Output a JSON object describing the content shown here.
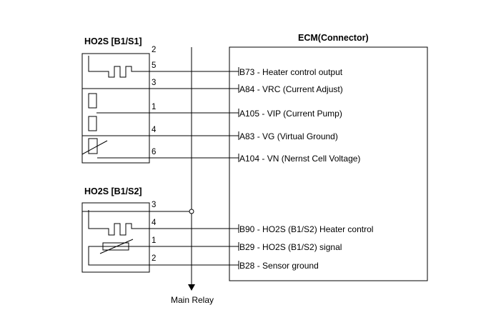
{
  "sensor1": {
    "title": "HO2S [B1/S1]",
    "pins": {
      "p2": "2",
      "p5": "5",
      "p3": "3",
      "p1": "1",
      "p4": "4",
      "p6": "6"
    }
  },
  "sensor2": {
    "title": "HO2S [B1/S2]",
    "pins": {
      "p3": "3",
      "p4": "4",
      "p1": "1",
      "p2": "2"
    }
  },
  "ecm": {
    "title": "ECM(Connector)",
    "pins": [
      {
        "code": "B73",
        "label": " - Heater control output"
      },
      {
        "code": "A84",
        "label": " - VRC (Current Adjust)"
      },
      {
        "code": "A105",
        "label": " - VIP (Current Pump)"
      },
      {
        "code": "A83",
        "label": " - VG (Virtual Ground)"
      },
      {
        "code": "A104",
        "label": " - VN (Nernst Cell Voltage)"
      },
      {
        "code": "B90",
        "label": " - HO2S (B1/S2) Heater control"
      },
      {
        "code": "B29",
        "label": " - HO2S (B1/S2) signal"
      },
      {
        "code": "B28",
        "label": " - Sensor ground"
      }
    ]
  },
  "relay_label": "Main Relay"
}
